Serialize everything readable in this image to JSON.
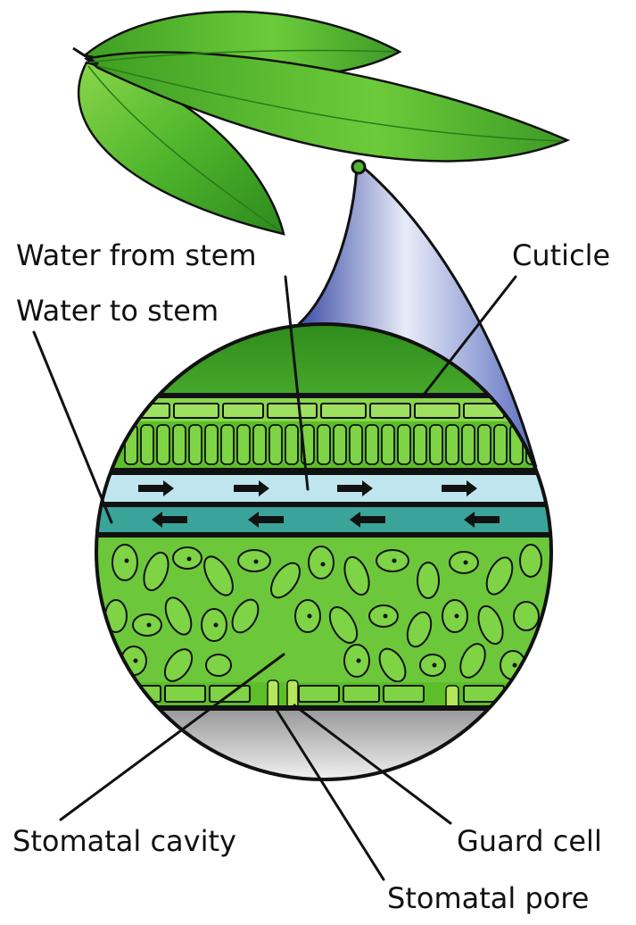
{
  "labels": {
    "water_from_stem": "Water from stem",
    "water_to_stem": "Water to stem",
    "cuticle": "Cuticle",
    "stomatal_cavity": "Stomatal cavity",
    "guard_cell": "Guard cell",
    "stomatal_pore": "Stomatal pore"
  },
  "colors": {
    "leaf_green": "#5cbf2a",
    "leaf_dark": "#2f8a1a",
    "tissue_green": "#6cc83a",
    "xylem_light_blue": "#bfe6ee",
    "phloem_teal": "#3aa39a",
    "magnifier_blue": "#5a6ec0",
    "outline": "#111111"
  }
}
